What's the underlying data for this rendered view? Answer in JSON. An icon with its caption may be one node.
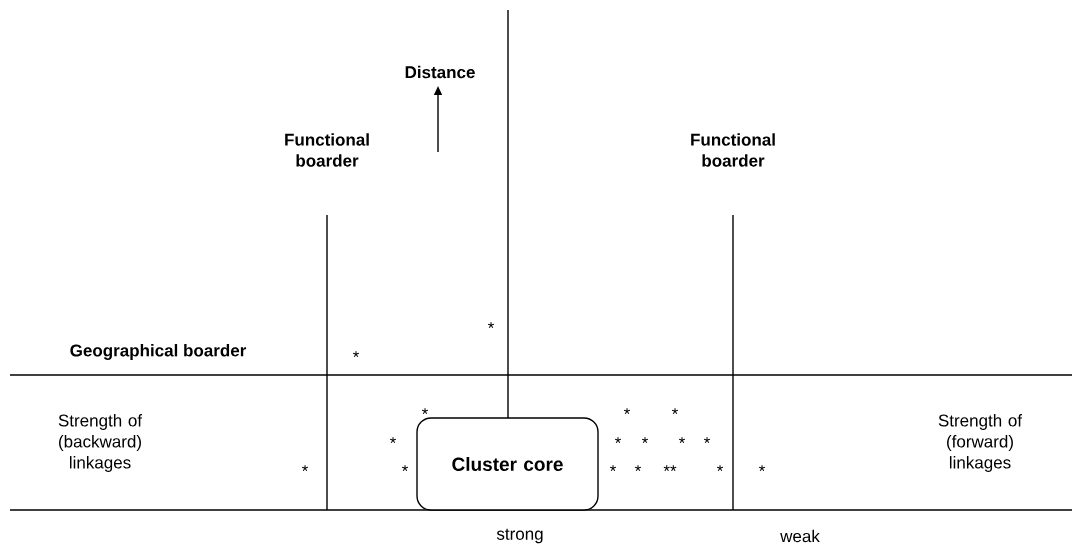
{
  "diagram": {
    "nodes": [
      {
        "text": [
          "Cluster core"
        ]
      }
    ],
    "labels": [
      "Distance",
      "Functional boarder",
      "Functional boarder",
      "*",
      "Geographical boarder",
      "*",
      "Strength of (backward) linkages",
      "*",
      "*",
      "*",
      "Strength of (forward) linkages",
      "*",
      "*",
      "*",
      "*",
      "*",
      "*",
      "*",
      "*",
      "*",
      "**",
      "*",
      "*",
      "strong",
      "weak"
    ]
  }
}
